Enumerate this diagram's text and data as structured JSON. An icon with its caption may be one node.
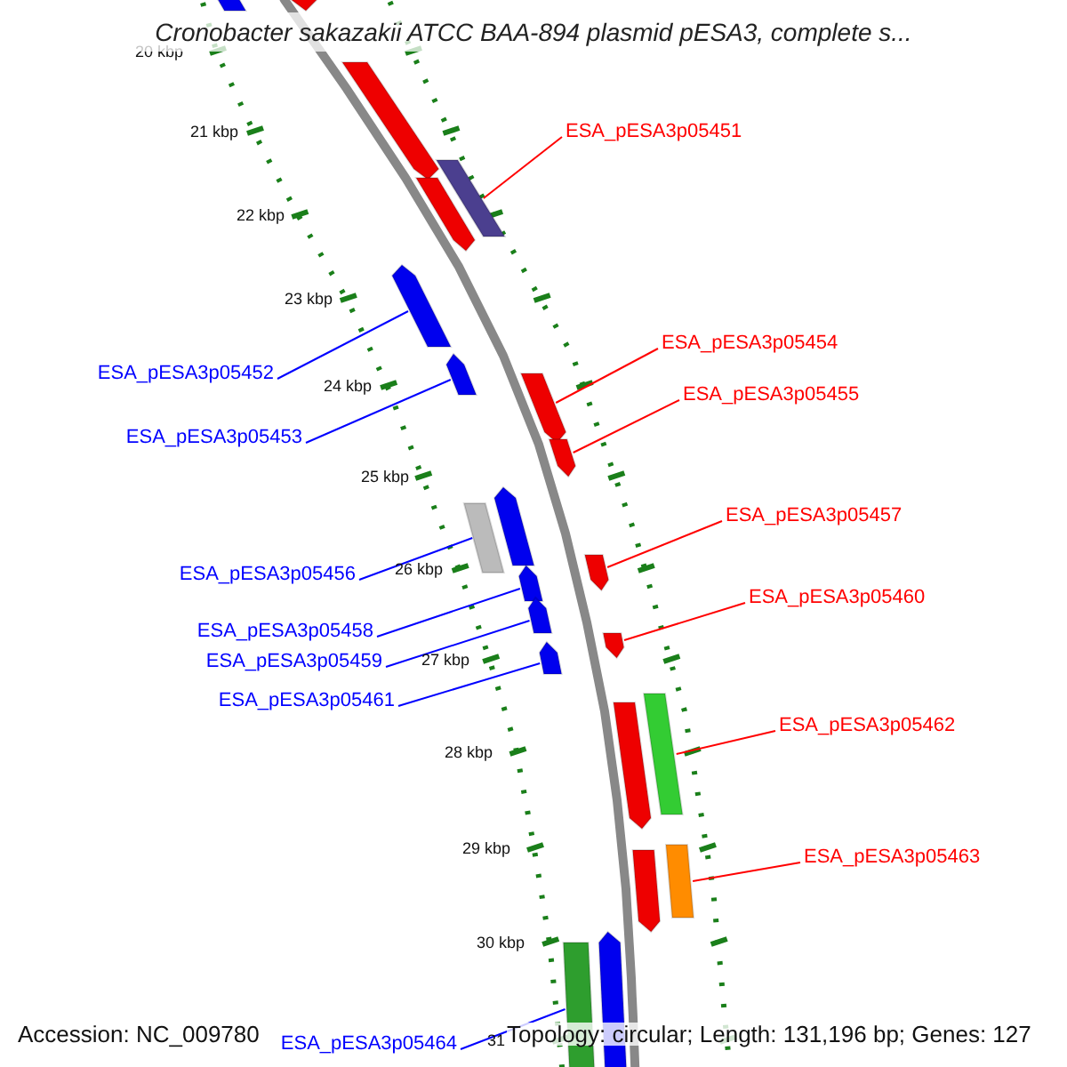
{
  "diagram": {
    "title": "Cronobacter sakazakii ATCC BAA-894 plasmid pESA3, complete s...",
    "nodes": [
      {
        "text": [
          "ESA_pESA3p05451"
        ]
      },
      {
        "text": [],
        "shape": "bar"
      },
      {
        "text": [
          "ESA_pESA3p05454"
        ]
      },
      {
        "text": [],
        "shape": "bar"
      },
      {
        "text": [
          "ESA_pESA3p05455"
        ]
      },
      {
        "text": [],
        "shape": "bar"
      },
      {
        "text": [
          "ESA_pESA3p05457"
        ]
      },
      {
        "text": [],
        "shape": "bar"
      },
      {
        "text": [
          "ESA_pESA3p05460"
        ]
      },
      {
        "text": [],
        "shape": "bar"
      },
      {
        "text": [
          "ESA_pESA3p05462"
        ]
      },
      {
        "text": [],
        "shape": "bar"
      },
      {
        "text": [
          "ESA_pESA3p05463"
        ]
      },
      {
        "text": [],
        "shape": "bar"
      },
      {
        "text": [
          "ESA_pESA3p05452"
        ]
      },
      {
        "text": [],
        "shape": "bar"
      },
      {
        "text": [
          "ESA_pESA3p05453"
        ]
      },
      {
        "text": [],
        "shape": "bar"
      },
      {
        "text": [
          "ESA_pESA3p05456"
        ]
      },
      {
        "text": [],
        "shape": "bar"
      },
      {
        "text": [
          "ESA_pESA3p05458"
        ]
      },
      {
        "text": [],
        "shape": "bar"
      },
      {
        "text": [
          "ESA_pESA3p05459"
        ]
      },
      {
        "text": [],
        "shape": "bar"
      },
      {
        "text": [
          "ESA_pESA3p05461"
        ]
      },
      {
        "text": [],
        "shape": "bar"
      },
      {
        "text": [
          "ESA_pESA3p05464"
        ]
      },
      {
        "text": [],
        "shape": "bar"
      },
      {
        "text": [],
        "shape": "bar"
      },
      {
        "text": [],
        "shape": "bar"
      },
      {
        "text": [],
        "shape": "bar"
      },
      {
        "text": [],
        "shape": "bar"
      },
      {
        "text": [],
        "shape": "bar"
      },
      {
        "text": [],
        "shape": "bar"
      },
      {
        "text": [],
        "shape": "bar"
      },
      {
        "text": [],
        "shape": "bar"
      }
    ],
    "edges": [
      {
        "from": 0,
        "to": 1,
        "arrow": "none",
        "color": "#ff0000"
      },
      {
        "from": 2,
        "to": 3,
        "arrow": "none",
        "color": "#ff0000"
      },
      {
        "from": 4,
        "to": 5,
        "arrow": "none",
        "color": "#ff0000"
      },
      {
        "from": 6,
        "to": 7,
        "arrow": "none",
        "color": "#ff0000"
      },
      {
        "from": 8,
        "to": 9,
        "arrow": "none",
        "color": "#ff0000"
      },
      {
        "from": 10,
        "to": 11,
        "arrow": "none",
        "color": "#ff0000"
      },
      {
        "from": 12,
        "to": 13,
        "arrow": "none",
        "color": "#ff0000"
      },
      {
        "from": 14,
        "to": 15,
        "arrow": "none",
        "color": "#0000ff"
      },
      {
        "from": 16,
        "to": 17,
        "arrow": "none",
        "color": "#0000ff"
      },
      {
        "from": 18,
        "to": 19,
        "arrow": "none",
        "color": "#0000ff"
      },
      {
        "from": 20,
        "to": 21,
        "arrow": "none",
        "color": "#0000ff"
      },
      {
        "from": 22,
        "to": 23,
        "arrow": "none",
        "color": "#0000ff"
      },
      {
        "from": 24,
        "to": 25,
        "arrow": "none",
        "color": "#0000ff"
      },
      {
        "from": 26,
        "to": 27,
        "arrow": "none",
        "color": "#0000ff"
      }
    ],
    "labels": [
      "20 kbp",
      "21 kbp",
      "22 kbp",
      "23 kbp",
      "24 kbp",
      "25 kbp",
      "26 kbp",
      "27 kbp",
      "28 kbp",
      "29 kbp",
      "30 kbp",
      "Accession: NC_009780",
      "31",
      "Topology: circular; Length: 131,196 bp; Genes: 127"
    ]
  }
}
